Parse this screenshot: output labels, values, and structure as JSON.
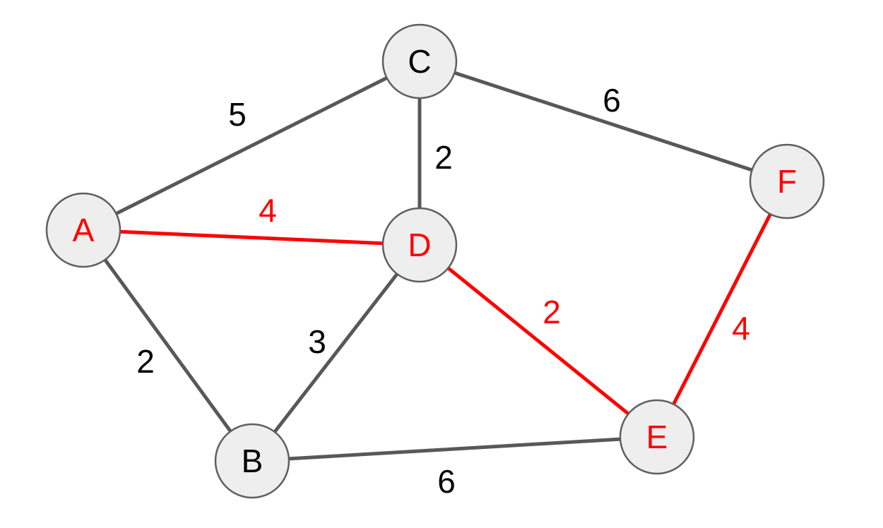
{
  "colors": {
    "edge_default": "#585858",
    "edge_highlight": "#ff0000",
    "label_default": "#000000",
    "label_highlight": "#ff0000",
    "node_fill": "#eeeeee",
    "node_stroke": "#5f5f5f"
  },
  "nodes": [
    {
      "id": "A",
      "label": "A",
      "highlighted": true
    },
    {
      "id": "B",
      "label": "B",
      "highlighted": false
    },
    {
      "id": "C",
      "label": "C",
      "highlighted": false
    },
    {
      "id": "D",
      "label": "D",
      "highlighted": true
    },
    {
      "id": "E",
      "label": "E",
      "highlighted": true
    },
    {
      "id": "F",
      "label": "F",
      "highlighted": true
    }
  ],
  "edges": [
    {
      "from": "A",
      "to": "C",
      "weight": "5",
      "highlighted": false
    },
    {
      "from": "A",
      "to": "D",
      "weight": "4",
      "highlighted": true
    },
    {
      "from": "A",
      "to": "B",
      "weight": "2",
      "highlighted": false
    },
    {
      "from": "C",
      "to": "D",
      "weight": "2",
      "highlighted": false
    },
    {
      "from": "C",
      "to": "F",
      "weight": "6",
      "highlighted": false
    },
    {
      "from": "D",
      "to": "B",
      "weight": "3",
      "highlighted": false
    },
    {
      "from": "D",
      "to": "E",
      "weight": "2",
      "highlighted": true
    },
    {
      "from": "E",
      "to": "F",
      "weight": "4",
      "highlighted": true
    },
    {
      "from": "B",
      "to": "E",
      "weight": "6",
      "highlighted": false
    }
  ]
}
